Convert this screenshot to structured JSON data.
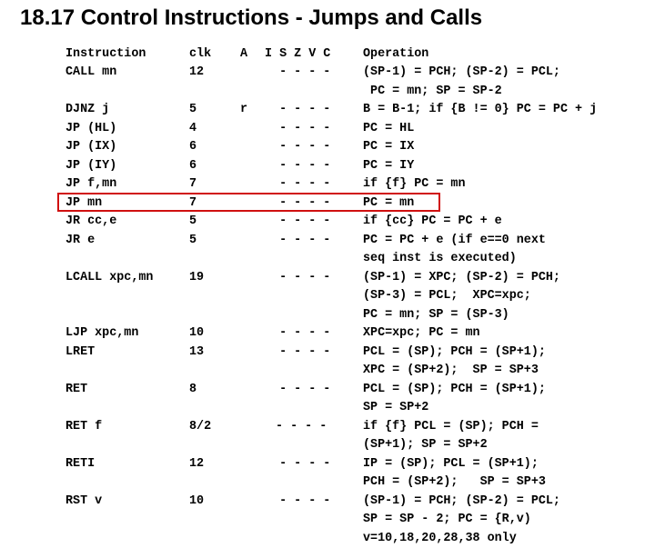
{
  "title": "18.17  Control Instructions - Jumps and Calls",
  "header": {
    "instruction": "Instruction",
    "clk": "clk",
    "a": "A",
    "flags": "I S Z V C",
    "operation": "Operation"
  },
  "rows": [
    {
      "instr": "CALL mn",
      "clk": "12",
      "a": "",
      "flags": "  - - - -",
      "op": [
        "(SP-1) = PCH; (SP-2) = PCL;",
        " PC = mn; SP = SP-2"
      ]
    },
    {
      "instr": "DJNZ j",
      "clk": "5",
      "a": "r",
      "flags": "  - - - -",
      "op": [
        "B = B-1; if {B != 0} PC = PC + j"
      ]
    },
    {
      "instr": "JP (HL)",
      "clk": "4",
      "a": "",
      "flags": "  - - - -",
      "op": [
        "PC = HL"
      ]
    },
    {
      "instr": "JP (IX)",
      "clk": "6",
      "a": "",
      "flags": "  - - - -",
      "op": [
        "PC = IX"
      ]
    },
    {
      "instr": "JP (IY)",
      "clk": "6",
      "a": "",
      "flags": "  - - - -",
      "op": [
        "PC = IY"
      ]
    },
    {
      "instr": "JP f,mn",
      "clk": "7",
      "a": "",
      "flags": "  - - - -",
      "op": [
        "if {f} PC = mn"
      ]
    },
    {
      "instr": "JP mn",
      "clk": "7",
      "a": "",
      "flags": "  - - - -",
      "op": [
        "PC = mn"
      ],
      "highlighted": true
    },
    {
      "instr": "JR cc,e",
      "clk": "5",
      "a": "",
      "flags": "  - - - -",
      "op": [
        "if {cc} PC = PC + e"
      ]
    },
    {
      "instr": "JR e",
      "clk": "5",
      "a": "",
      "flags": "  - - - -",
      "op": [
        "PC = PC + e (if e==0 next",
        "seq inst is executed)"
      ]
    },
    {
      "instr": "LCALL xpc,mn",
      "clk": "19",
      "a": "",
      "flags": "  - - - -",
      "op": [
        "(SP-1) = XPC; (SP-2) = PCH;",
        "(SP-3) = PCL;  XPC=xpc;",
        "PC = mn; SP = (SP-3)"
      ]
    },
    {
      "instr": "LJP xpc,mn",
      "clk": "10",
      "a": "",
      "flags": "  - - - -",
      "op": [
        "XPC=xpc; PC = mn"
      ]
    },
    {
      "instr": "LRET",
      "clk": "13",
      "a": "",
      "flags": "  - - - -",
      "op": [
        "PCL = (SP); PCH = (SP+1);",
        "XPC = (SP+2);  SP = SP+3"
      ]
    },
    {
      "instr": "RET",
      "clk": "8",
      "a": "",
      "flags": "  - - - -",
      "op": [
        "PCL = (SP); PCH = (SP+1);",
        "SP = SP+2"
      ]
    },
    {
      "instr": "RET f",
      "clk": "8/2",
      "a": "",
      "flags": "- - - -",
      "flags_shift": true,
      "op": [
        "if {f} PCL = (SP); PCH =",
        "(SP+1); SP = SP+2"
      ]
    },
    {
      "instr": "RETI",
      "clk": "12",
      "a": "",
      "flags": "  - - - -",
      "op": [
        "IP = (SP); PCL = (SP+1);",
        "PCH = (SP+2);   SP = SP+3"
      ]
    },
    {
      "instr": "RST v",
      "clk": "10",
      "a": "",
      "flags": "  - - - -",
      "op": [
        "(SP-1) = PCH; (SP-2) = PCL;",
        "SP = SP - 2; PC = {R,v)",
        "v=10,18,20,28,38 only"
      ]
    }
  ]
}
